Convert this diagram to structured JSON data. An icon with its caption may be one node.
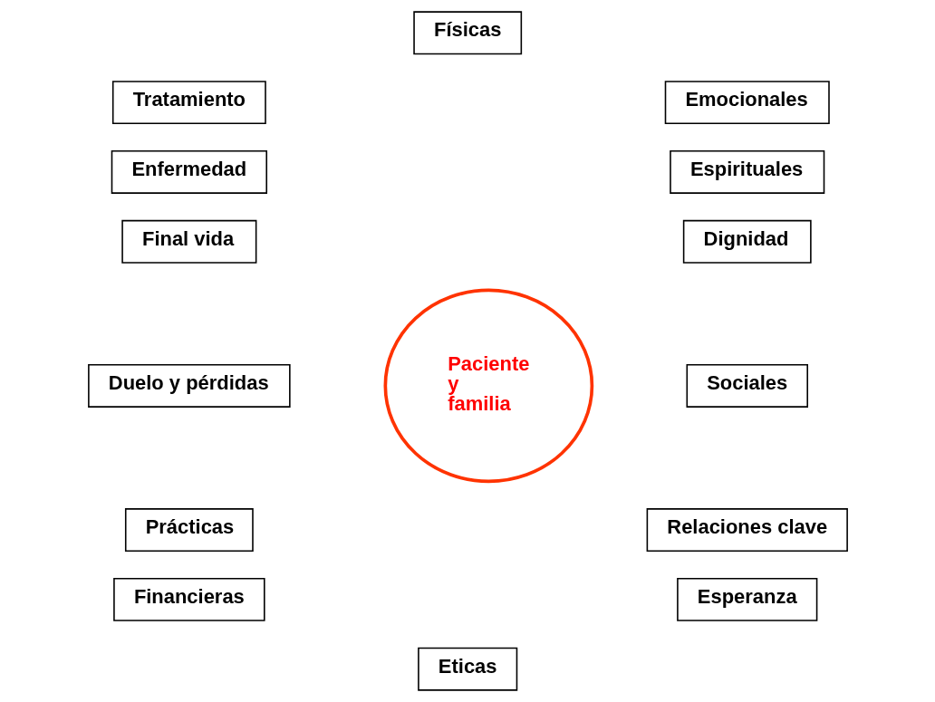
{
  "diagram": {
    "nodes": [
      {
        "text": [
          "Físicas"
        ]
      },
      {
        "text": [
          "Tratamiento"
        ]
      },
      {
        "text": [
          "Emocionales"
        ]
      },
      {
        "text": [
          "Enfermedad"
        ]
      },
      {
        "text": [
          "Espirituales"
        ]
      },
      {
        "text": [
          "Final vida"
        ]
      },
      {
        "text": [
          "Paciente y familia"
        ]
      },
      {
        "text": [
          "Dignidad"
        ]
      },
      {
        "text": [
          "Duelo y pérdidas"
        ]
      },
      {
        "text": [
          "Sociales"
        ]
      },
      {
        "text": [
          "Prácticas"
        ]
      },
      {
        "text": [
          "Relaciones clave"
        ]
      },
      {
        "text": [
          "Financieras"
        ]
      },
      {
        "text": [
          "Esperanza"
        ]
      },
      {
        "text": [
          "Eticas"
        ]
      }
    ],
    "edges": []
  }
}
